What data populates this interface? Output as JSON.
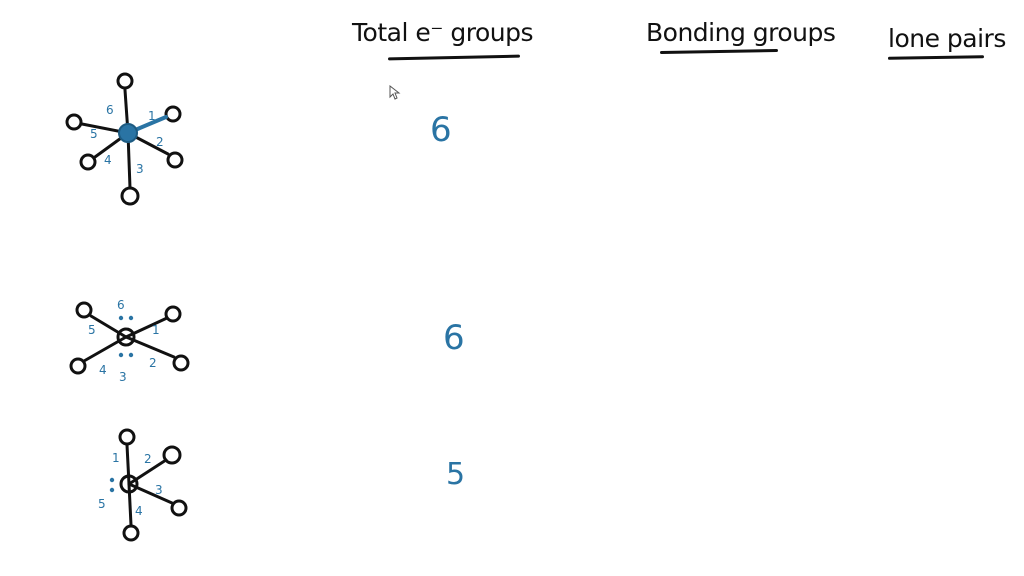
{
  "headers": {
    "total": "Total e⁻ groups",
    "bonding": "Bonding groups",
    "lone": "lone pairs"
  },
  "rows": [
    {
      "total_value": "6",
      "labels": [
        "1",
        "2",
        "3",
        "4",
        "5",
        "6"
      ]
    },
    {
      "total_value": "6",
      "labels": [
        "1",
        "2",
        "3",
        "4",
        "5",
        "6"
      ]
    },
    {
      "total_value": "5",
      "labels": [
        "1",
        "2",
        "3",
        "4",
        "5"
      ]
    }
  ],
  "colors": {
    "ink": "#111111",
    "accent": "#2a74a4"
  },
  "icons": {
    "cursor": "mouse-pointer-icon"
  }
}
